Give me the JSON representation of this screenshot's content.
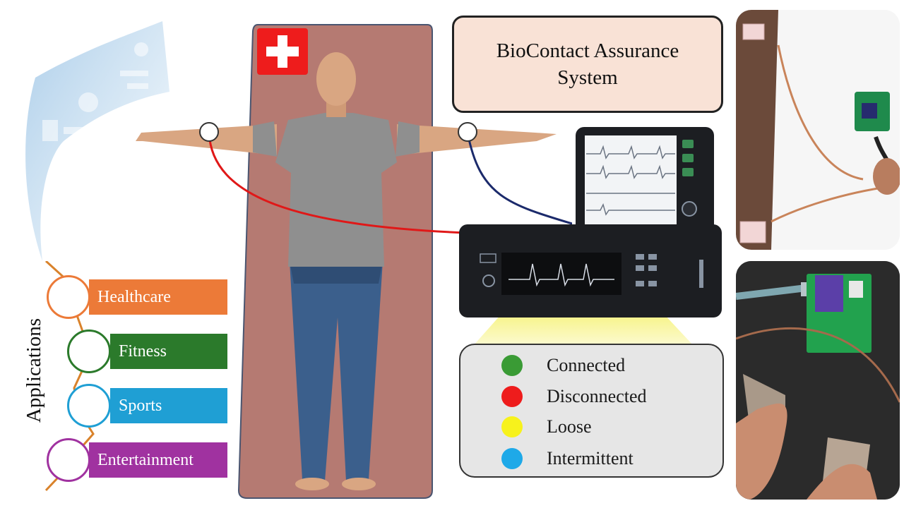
{
  "title": "BioContact Assurance System",
  "legend": {
    "items": [
      {
        "label": "Connected",
        "color": "#3a9b35"
      },
      {
        "label": "Disconnected",
        "color": "#ee1c1c"
      },
      {
        "label": "Loose",
        "color": "#f7f21c"
      },
      {
        "label": "Intermittent",
        "color": "#1ea9e8"
      }
    ]
  },
  "applications": {
    "title": "Applications",
    "items": [
      {
        "label": "Healthcare",
        "color": "#ec7a38"
      },
      {
        "label": "Fitness",
        "color": "#2b7a2b"
      },
      {
        "label": "Sports",
        "color": "#1f9fd4"
      },
      {
        "label": "Entertainment",
        "color": "#a032a0"
      }
    ]
  },
  "colors": {
    "mat": "#b57a72",
    "cross_bg": "#ee1c1c",
    "wire_left": "#e01818",
    "wire_right": "#1b2a6b",
    "light_beam": "#f6f27a",
    "monitor_body": "#1c1e22",
    "ecg_trace": "#d8dde6"
  },
  "icons": {
    "cross": "medical-cross-icon",
    "electrode": "electrode-icon"
  }
}
